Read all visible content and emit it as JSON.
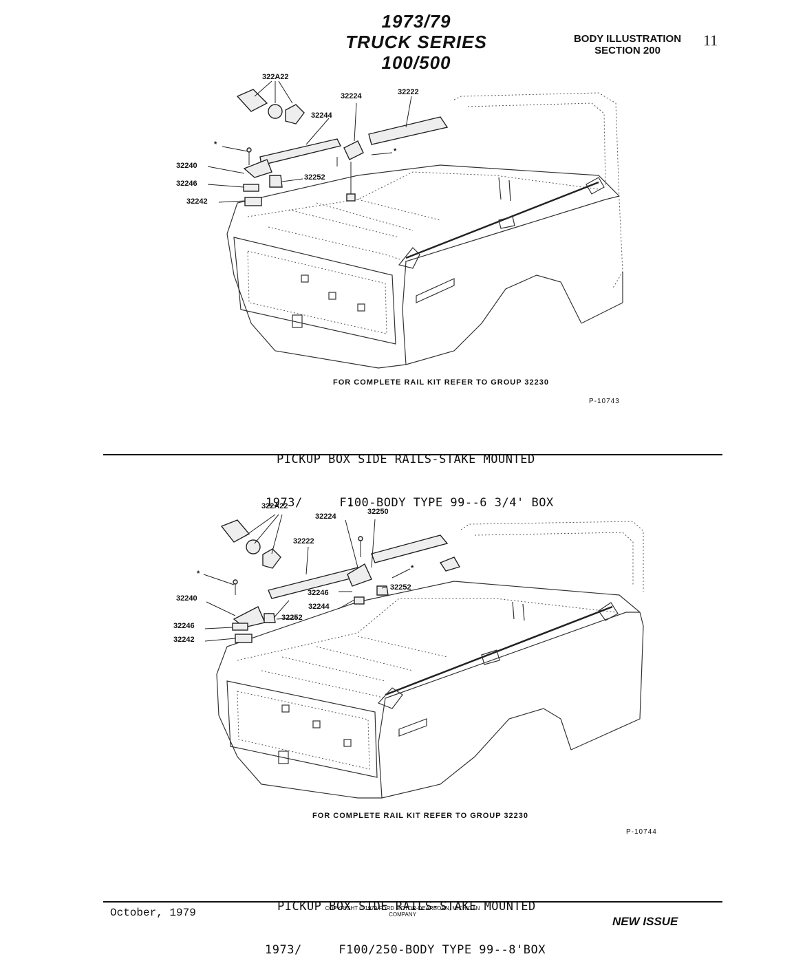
{
  "header": {
    "title_line1": "1973/79",
    "title_line2": "TRUCK SERIES 100/500",
    "section_line1": "BODY ILLUSTRATION",
    "section_line2": "SECTION 200",
    "page_number": "11"
  },
  "figure1": {
    "callouts": {
      "c322A22": "322A22",
      "c32224": "32224",
      "c32222": "32222",
      "c32244": "32244",
      "c32240": "32240",
      "c32246": "32246",
      "c32242": "32242",
      "c32252": "32252",
      "star1": "*",
      "star2": "*"
    },
    "note": "FOR COMPLETE RAIL KIT REFER TO GROUP 32230",
    "plate_number": "P-10743",
    "caption_line1": "PICKUP BOX SIDE RAILS-STAKE MOUNTED",
    "caption_line2": "1973/     F100-BODY TYPE 99--6 3/4' BOX"
  },
  "figure2": {
    "callouts": {
      "c322A22": "322A22",
      "c32224": "32224",
      "c32250": "32250",
      "c32222": "32222",
      "c32240": "32240",
      "c32246a": "32246",
      "c32244": "32244",
      "c32252a": "32252",
      "c32252b": "32252",
      "c32246b": "32246",
      "c32242": "32242",
      "star1": "*",
      "star2": "*",
      "star3": "*"
    },
    "note": "FOR COMPLETE RAIL KIT REFER TO GROUP 32230",
    "plate_number": "P-10744",
    "caption_line1": "PICKUP BOX SIDE RAILS-STAKE MOUNTED",
    "caption_line2": "1973/     F100/250-BODY TYPE 99--8'BOX"
  },
  "footer": {
    "date": "October, 1979",
    "copyright_line1": "COPYRIGHT © 1979 FORD MOTOR-DEARBORN, MICHIGAN",
    "copyright_line2": "COMPANY",
    "status": "NEW ISSUE"
  }
}
